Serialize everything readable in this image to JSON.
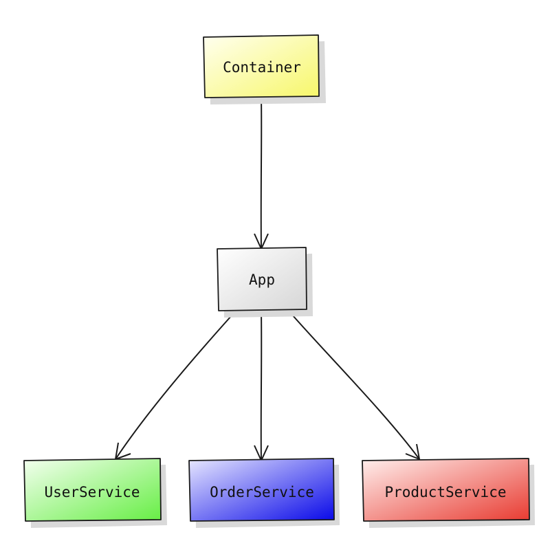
{
  "nodes": {
    "container": {
      "label": "Container",
      "fill_from": "#fffff0",
      "fill_to": "#f7f76a"
    },
    "app": {
      "label": "App",
      "fill_from": "#ffffff",
      "fill_to": "#d6d6d6"
    },
    "user_service": {
      "label": "UserService",
      "fill_from": "#f4fff0",
      "fill_to": "#66ee44"
    },
    "order_service": {
      "label": "OrderService",
      "fill_from": "#e8e8ff",
      "fill_to": "#0808e8"
    },
    "product_service": {
      "label": "ProductService",
      "fill_from": "#fff0ee",
      "fill_to": "#e83a30"
    }
  },
  "edges": [
    {
      "from": "Container",
      "to": "App"
    },
    {
      "from": "App",
      "to": "UserService"
    },
    {
      "from": "App",
      "to": "OrderService"
    },
    {
      "from": "App",
      "to": "ProductService"
    }
  ],
  "colors": {
    "stroke": "#1a1a1a",
    "shadow": "#d9d9d9"
  }
}
